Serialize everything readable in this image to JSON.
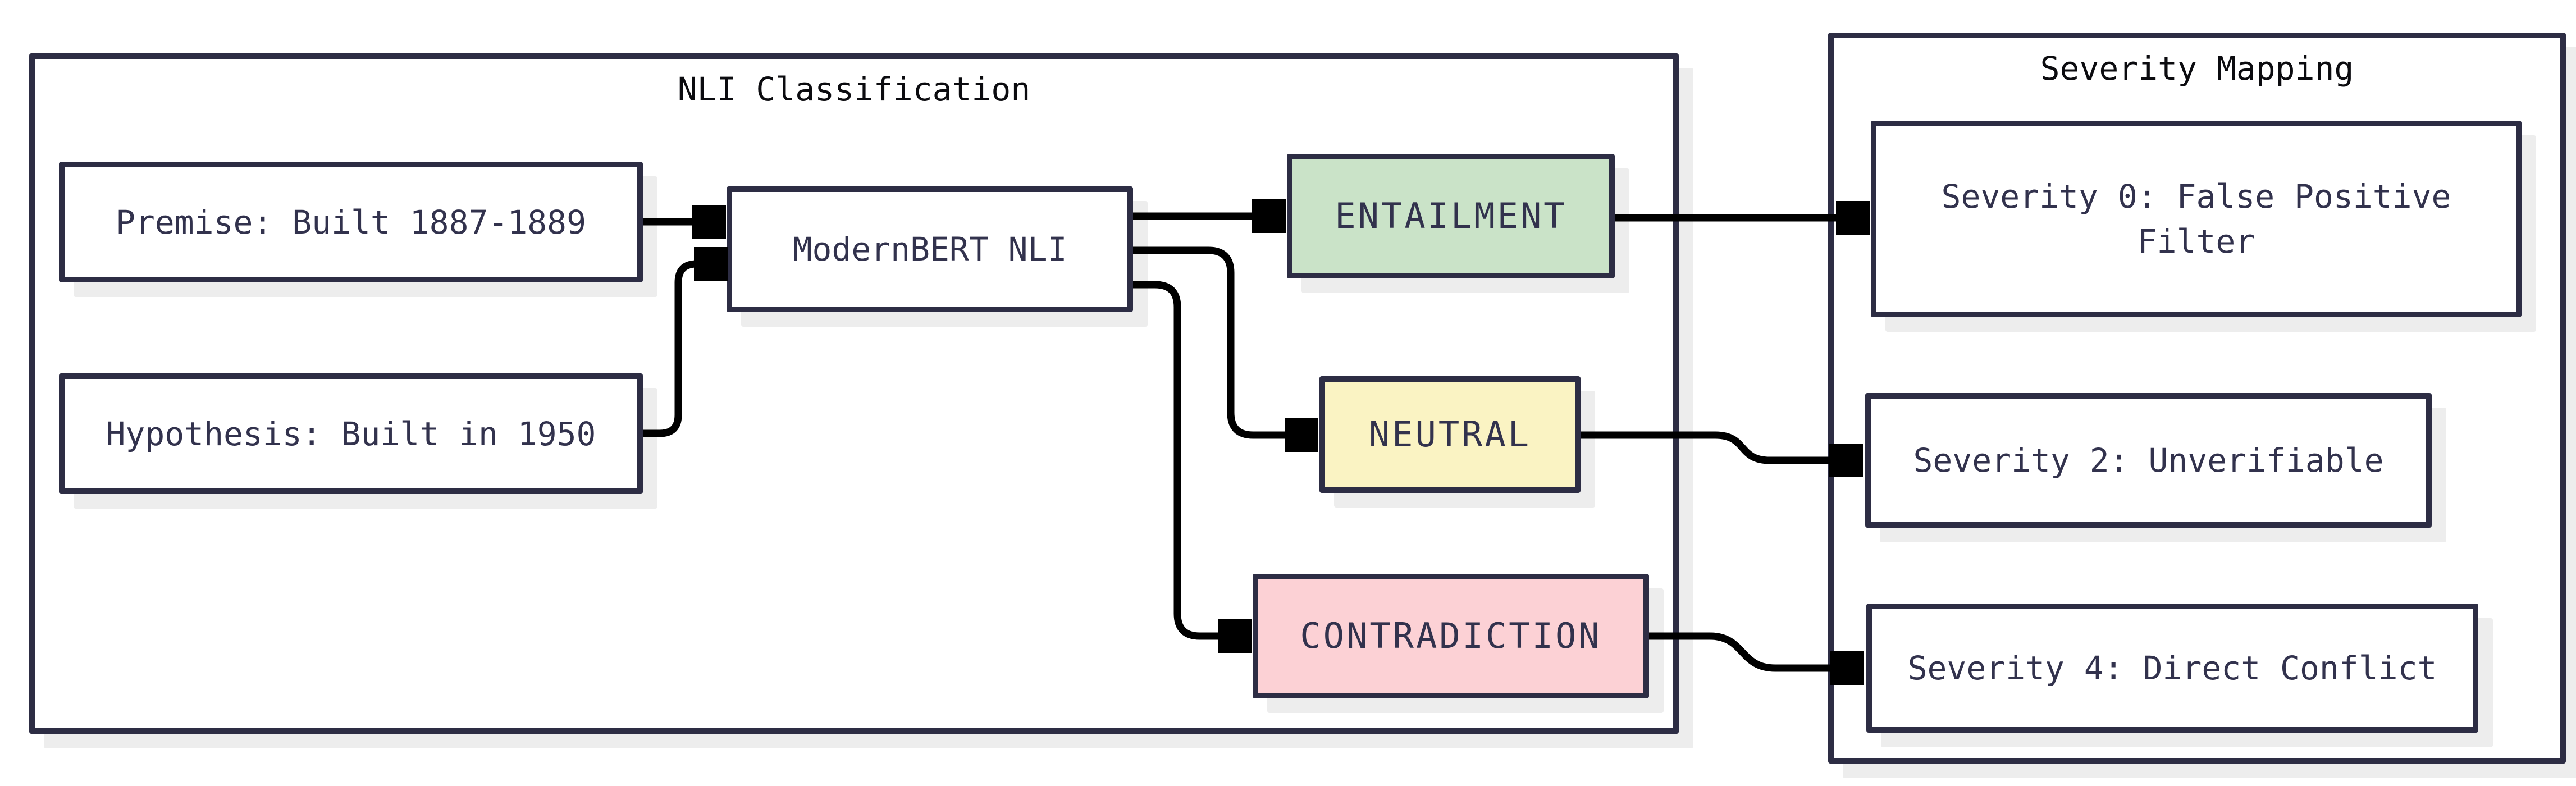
{
  "diagram": {
    "groups": [
      {
        "id": "nli",
        "title": "NLI Classification"
      },
      {
        "id": "severity",
        "title": "Severity Mapping"
      }
    ],
    "nodes": [
      {
        "id": "premise",
        "label": "Premise: Built 1887-1889",
        "fill": "#ffffff"
      },
      {
        "id": "hypothesis",
        "label": "Hypothesis: Built in 1950",
        "fill": "#ffffff"
      },
      {
        "id": "model",
        "label": "ModernBERT NLI",
        "fill": "#ffffff"
      },
      {
        "id": "entailment",
        "label": "ENTAILMENT",
        "fill": "#cae3c8"
      },
      {
        "id": "neutral",
        "label": "NEUTRAL",
        "fill": "#faf3c3"
      },
      {
        "id": "contradiction",
        "label": "CONTRADICTION",
        "fill": "#fcd1d5"
      },
      {
        "id": "severity0",
        "label": "Severity 0: False Positive Filter",
        "fill": "#ffffff"
      },
      {
        "id": "severity2",
        "label": "Severity 2: Unverifiable",
        "fill": "#ffffff"
      },
      {
        "id": "severity4",
        "label": "Severity 4: Direct Conflict",
        "fill": "#ffffff"
      }
    ],
    "edges": [
      {
        "from": "premise",
        "to": "model"
      },
      {
        "from": "hypothesis",
        "to": "model"
      },
      {
        "from": "model",
        "to": "entailment"
      },
      {
        "from": "model",
        "to": "neutral"
      },
      {
        "from": "model",
        "to": "contradiction"
      },
      {
        "from": "entailment",
        "to": "severity0"
      },
      {
        "from": "neutral",
        "to": "severity2"
      },
      {
        "from": "contradiction",
        "to": "severity4"
      }
    ],
    "colors": {
      "background": "#ffffff",
      "box_border": "#2d2d44",
      "box_text": "#32324d",
      "title_text": "#0b0b0f",
      "arrow": "#000000",
      "shadow": "#ededed",
      "entailment_fill": "#cae3c8",
      "neutral_fill": "#faf3c3",
      "contradiction_fill": "#fcd1d5"
    }
  }
}
